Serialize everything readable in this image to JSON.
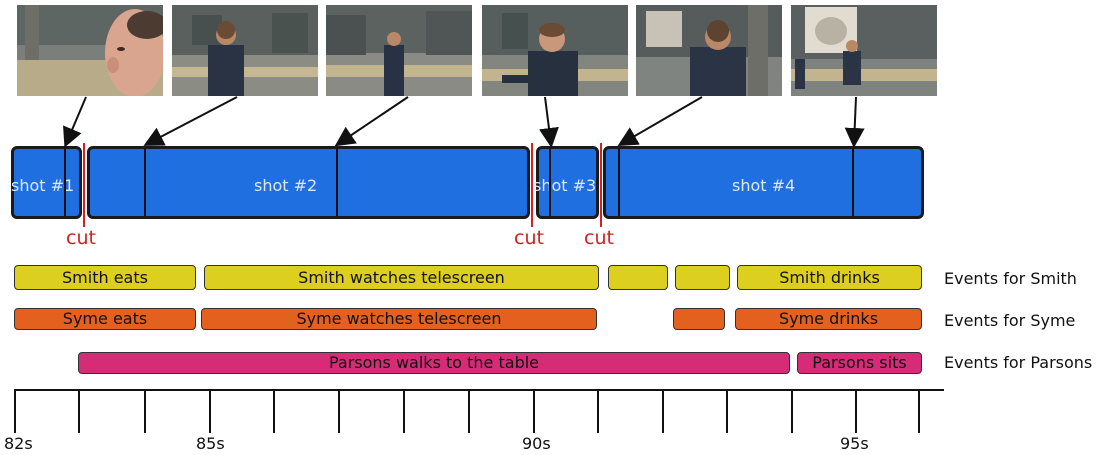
{
  "shots": [
    {
      "label": "shot #1"
    },
    {
      "label": "shot #2"
    },
    {
      "label": "shot #3"
    },
    {
      "label": "shot #4"
    }
  ],
  "cuts": [
    "cut",
    "cut",
    "cut"
  ],
  "events": {
    "smith": {
      "row_label": "Events for Smith",
      "items": [
        {
          "label": "Smith eats",
          "start": 82.0,
          "end": 84.8
        },
        {
          "label": "Smith watches telescreen",
          "start": 84.9,
          "end": 91.0
        },
        {
          "label": "",
          "start": 91.2,
          "end": 92.0
        },
        {
          "label": "",
          "start": 92.3,
          "end": 93.0
        },
        {
          "label": "Smith drinks",
          "start": 93.2,
          "end": 96.0
        }
      ]
    },
    "syme": {
      "row_label": "Events for Syme",
      "items": [
        {
          "label": "Syme eats",
          "start": 82.0,
          "end": 84.8
        },
        {
          "label": "Syme watches telescreen",
          "start": 84.85,
          "end": 90.95
        },
        {
          "label": "",
          "start": 92.25,
          "end": 93.0
        },
        {
          "label": "Syme drinks",
          "start": 93.15,
          "end": 96.0
        }
      ]
    },
    "parsons": {
      "row_label": "Events for Parsons",
      "items": [
        {
          "label": "Parsons walks to the table",
          "start": 83.0,
          "end": 94.0
        },
        {
          "label": "Parsons sits",
          "start": 94.1,
          "end": 96.0
        }
      ]
    }
  },
  "axis": {
    "tick_labels": [
      "82s",
      "85s",
      "90s",
      "95s"
    ]
  },
  "colors": {
    "shot": "#1f6fe0",
    "cut": "#d42020",
    "smith": "#dccf1f",
    "syme": "#e3601f",
    "parsons": "#d62c78"
  },
  "thumbnails": [
    {
      "name": "thumbnail-closeup-face"
    },
    {
      "name": "thumbnail-man-walking-back"
    },
    {
      "name": "thumbnail-man-walking-far"
    },
    {
      "name": "thumbnail-man-turning"
    },
    {
      "name": "thumbnail-man-shoulder"
    },
    {
      "name": "thumbnail-telescreen-wide"
    }
  ]
}
